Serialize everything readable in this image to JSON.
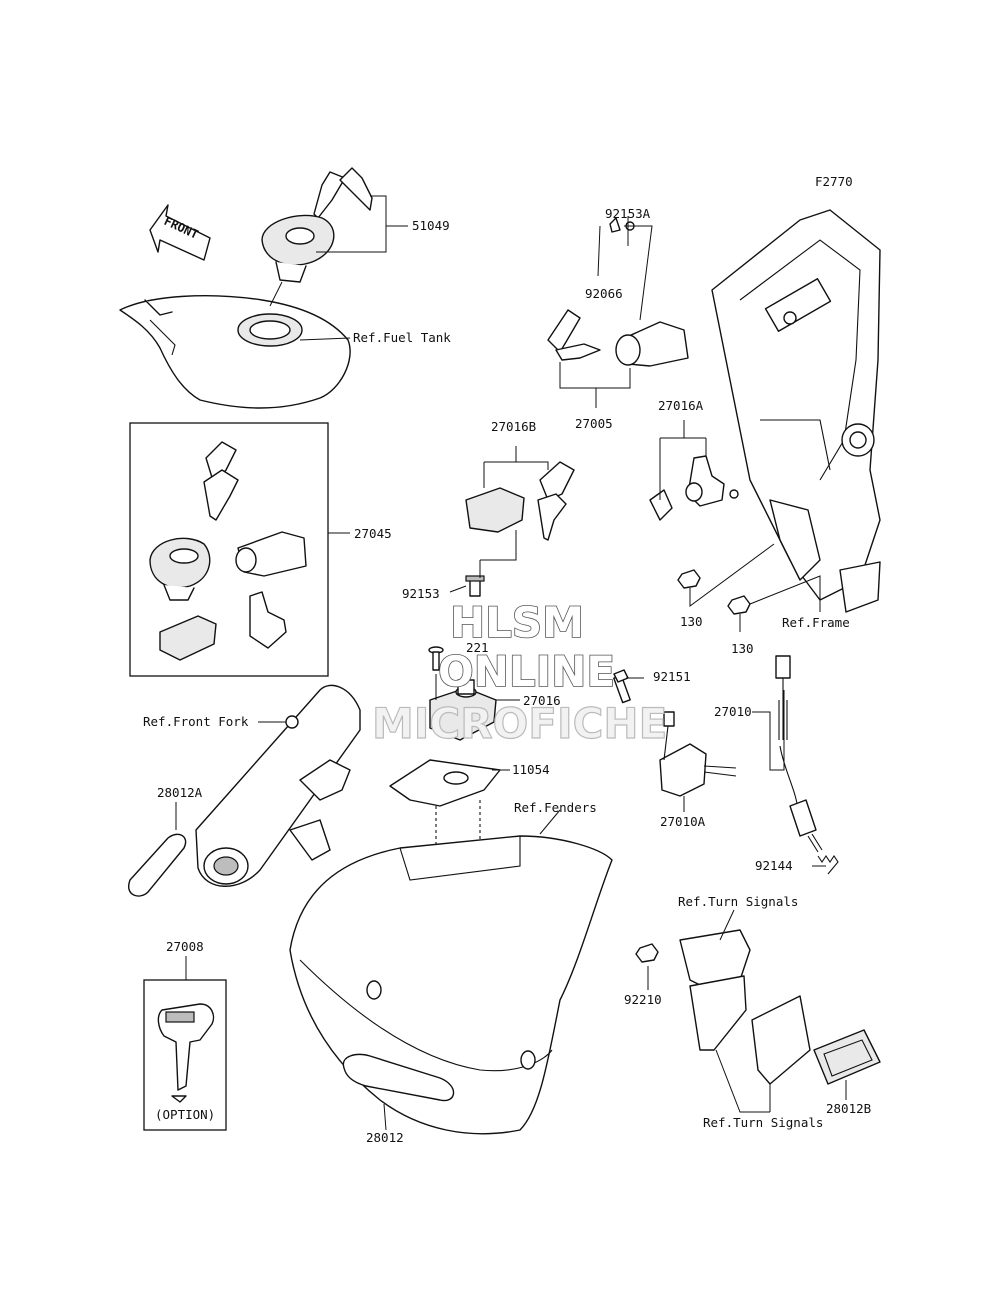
{
  "figure_code": "F2770",
  "watermark": {
    "line1": "HLSM",
    "line2": "ONLINE",
    "line3": "MICROFICHE"
  },
  "front_arrow_text": "FRONT",
  "callouts": {
    "p51049": "51049",
    "ref_fuel_tank": "Ref.Fuel Tank",
    "p92153A": "92153A",
    "p92066": "92066",
    "p27005": "27005",
    "p27016A": "27016A",
    "p27016B": "27016B",
    "p27045": "27045",
    "p92153": "92153",
    "p130a": "130",
    "p130b": "130",
    "ref_frame": "Ref.Frame",
    "p221": "221",
    "p27016": "27016",
    "p92151": "92151",
    "p27010": "27010",
    "ref_front_fork": "Ref.Front Fork",
    "p11054": "11054",
    "p27010A": "27010A",
    "p28012A": "28012A",
    "ref_fenders": "Ref.Fenders",
    "p92144": "92144",
    "ref_turn_signals_top": "Ref.Turn Signals",
    "p27008": "27008",
    "p92210": "92210",
    "p28012B": "28012B",
    "option": "(OPTION)",
    "ref_turn_signals_bottom": "Ref.Turn Signals",
    "p28012": "28012"
  }
}
